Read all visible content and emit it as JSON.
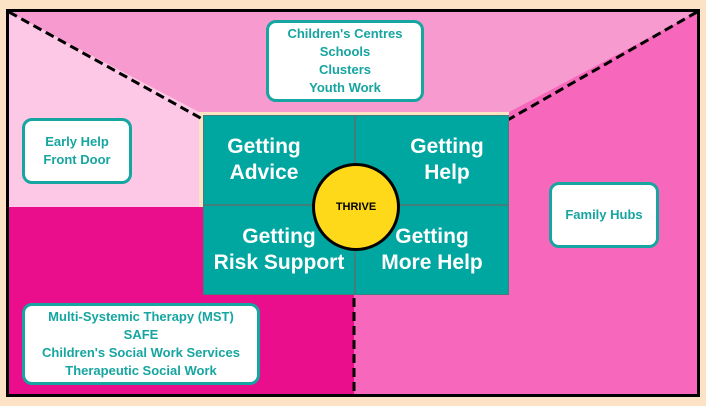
{
  "diagram": {
    "centre_label": "THRIVE",
    "quadrants": [
      {
        "id": "advice",
        "label": "Getting\nAdvice"
      },
      {
        "id": "help",
        "label": "Getting\nHelp"
      },
      {
        "id": "risk",
        "label": "Getting\nRisk Support"
      },
      {
        "id": "more_help",
        "label": "Getting\nMore Help"
      }
    ],
    "services": {
      "top": "Children's Centres\nSchools\nClusters\nYouth Work",
      "left": "Early Help\nFront Door",
      "right": "Family Hubs",
      "bottom_left": "Multi-Systemic Therapy (MST)\nSAFE\nChildren's Social Work Services\nTherapeutic Social Work"
    },
    "colors": {
      "background": "#fde3c6",
      "region_top": "#f79ad0",
      "region_left": "#fdc7e6",
      "region_right": "#f767bb",
      "region_bottom_left": "#ea0d8c",
      "quadrant_fill": "#00a6a0",
      "centre_fill": "#fdd919",
      "card_border": "#16a5a0"
    }
  }
}
